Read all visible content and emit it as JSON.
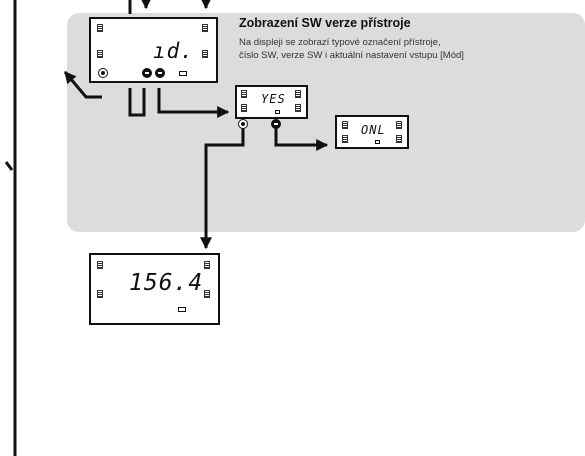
{
  "section": {
    "title": "Zobrazení SW verze přístroje",
    "description_line1": "Na displeji se zobrazí typové označení přístroje,",
    "description_line2": "číslo SW, verze SW i aktuální nastavení vstupu [Mód]"
  },
  "displays": {
    "main": "ıd.",
    "confirm": "YES",
    "mode": "ONL",
    "version": "156.4"
  },
  "icons": {
    "enter_button": "enter-button-icon",
    "down_button": "down-button-icon",
    "setup_key": "setup-key-icon",
    "blank_indicator": "blank-indicator-icon"
  }
}
